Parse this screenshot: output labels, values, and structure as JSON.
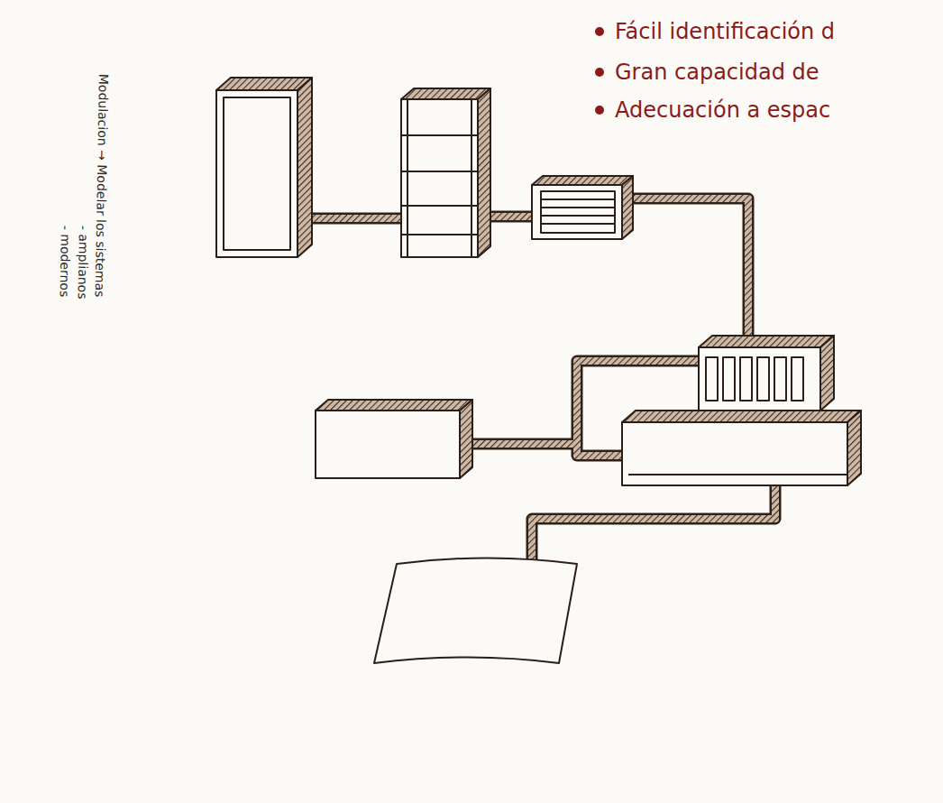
{
  "diagram": {
    "labels": [
      "Fácil identificación d",
      "Gran capacidad de",
      "Adecuación a espac",
      "Modulacion → Modelar los sistemas",
      "- amplianos",
      "- modernos"
    ]
  }
}
